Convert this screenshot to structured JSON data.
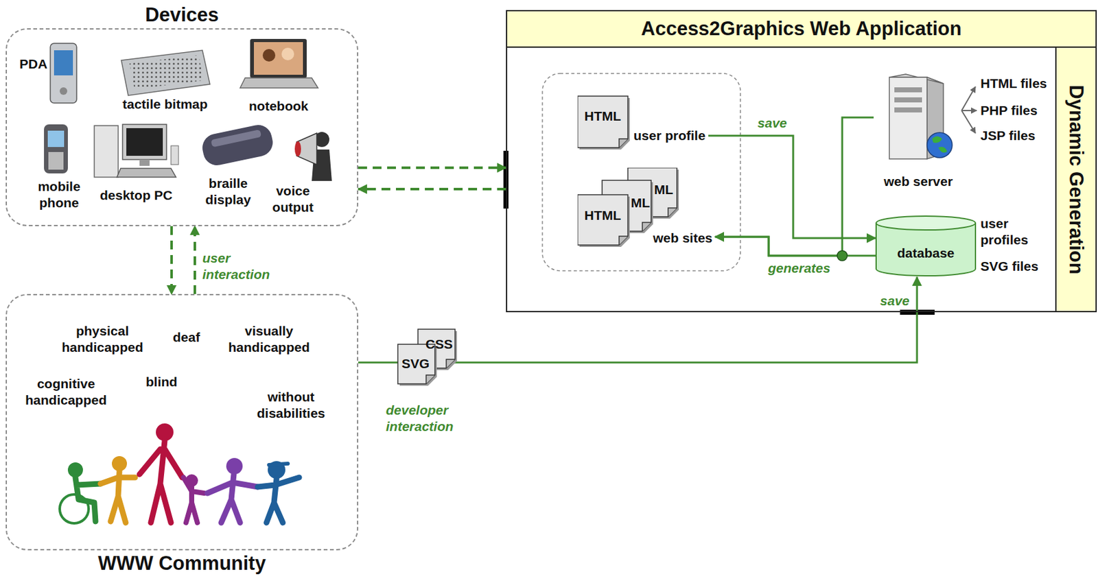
{
  "diagram": {
    "nodes": [
      {
        "text": [
          "Devices"
        ]
      },
      {
        "text": [
          "WWW Community"
        ]
      },
      {
        "text": [
          "Access2Graphics Web Application",
          "Dynamic Generation"
        ]
      },
      {
        "text": [
          "HTML",
          "user profile"
        ],
        "in": 2
      },
      {
        "text": [
          "HTML",
          "ML",
          "ML",
          "web sites"
        ],
        "in": 2
      },
      {
        "text": [
          "web server"
        ],
        "in": 2
      },
      {
        "text": [
          "database"
        ],
        "in": 2
      }
    ],
    "edges": [
      {
        "from": 0,
        "to": 2,
        "arrow": "to"
      },
      {
        "from": 2,
        "to": 0,
        "arrow": "to"
      },
      {
        "from": 0,
        "to": 1,
        "arrow": "to"
      },
      {
        "from": 1,
        "to": 0,
        "arrow": "to",
        "label": "user interaction"
      },
      {
        "from": 3,
        "to": 6,
        "arrow": "to",
        "label": "save"
      },
      {
        "from": 6,
        "to": 4,
        "arrow": "to",
        "label": "generates"
      },
      {
        "from": 5,
        "to": 4,
        "arrow": "to"
      },
      {
        "from": 1,
        "to": 6,
        "arrow": "to",
        "label": "save"
      }
    ],
    "labels": [
      "PDA",
      "tactile bitmap",
      "notebook",
      "mobile phone",
      "desktop PC",
      "braille display",
      "voice output",
      "physical handicapped",
      "deaf",
      "visually handicapped",
      "cognitive handicapped",
      "blind",
      "without disabilities",
      "HTML files",
      "PHP files",
      "JSP files",
      "user profiles",
      "SVG files",
      "CSS",
      "SVG",
      "developer interaction"
    ]
  }
}
